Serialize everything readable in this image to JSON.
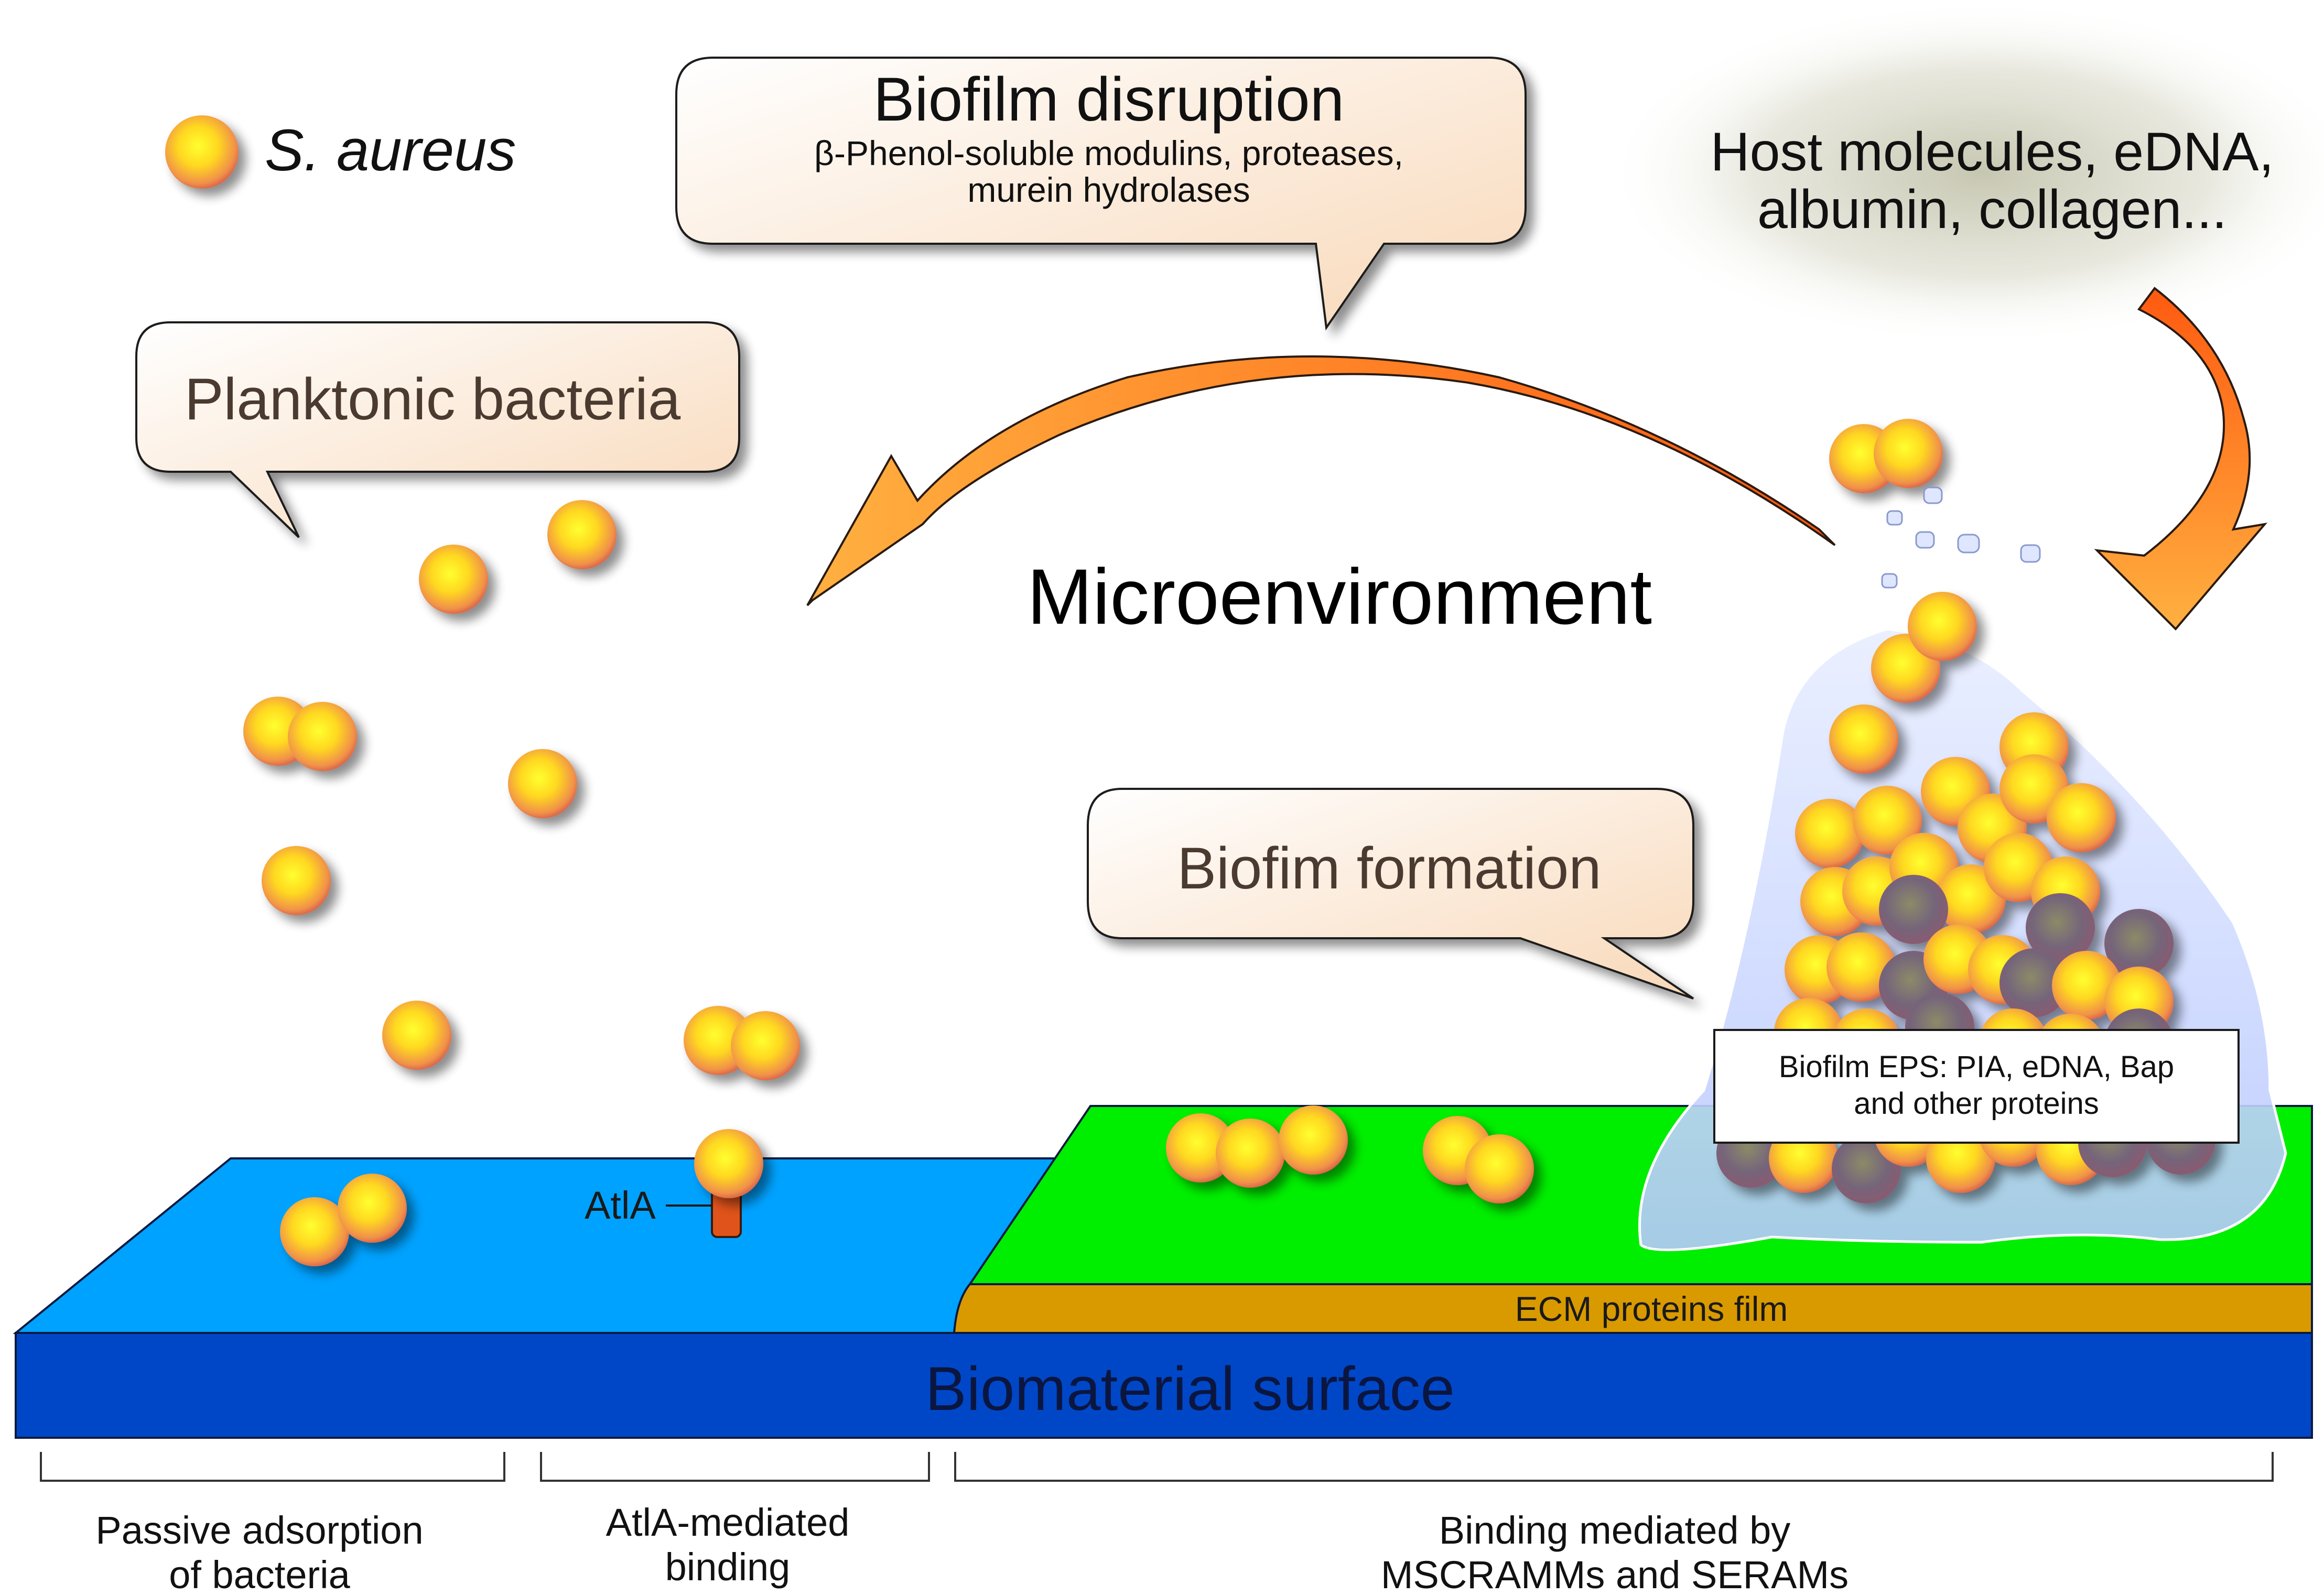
{
  "legend": {
    "label": "S. aureus"
  },
  "bubbles": {
    "disruption": {
      "title": "Biofilm disruption",
      "line1": "β-Phenol-soluble modulins, proteases,",
      "line2": "murein hydrolases"
    },
    "planktonic": {
      "title": "Planktonic bacteria"
    },
    "formation": {
      "title": "Biofim formation"
    }
  },
  "host": {
    "line1": "Host molecules, eDNA,",
    "line2": "albumin, collagen..."
  },
  "center_label": "Microenvironment",
  "eps_box": {
    "line1": "Biofilm EPS: PIA, eDNA, Bap",
    "line2": "and other proteins"
  },
  "atla_label": "AtlA",
  "ecm_label": "ECM proteins film",
  "surface_label": "Biomaterial surface",
  "brackets": {
    "passive": {
      "line1": "Passive adsorption",
      "line2": "of bacteria"
    },
    "atla": {
      "line1": "AtlA-mediated",
      "line2": "binding"
    },
    "mscramm": {
      "line1": "Binding mediated by",
      "line2": "MSCRAMMs and SERAMs"
    }
  },
  "colors": {
    "cell_core": "#ffee00",
    "cell_edge": "#e0704a",
    "cell_dark": "#6a5a80",
    "blue_plate": "#00a2ff",
    "surface": "#0047c8",
    "green": "#00ee00",
    "ecm": "#d99a00",
    "arrow": "#ff7a1a",
    "bubble_fill": "#fcebd8"
  }
}
